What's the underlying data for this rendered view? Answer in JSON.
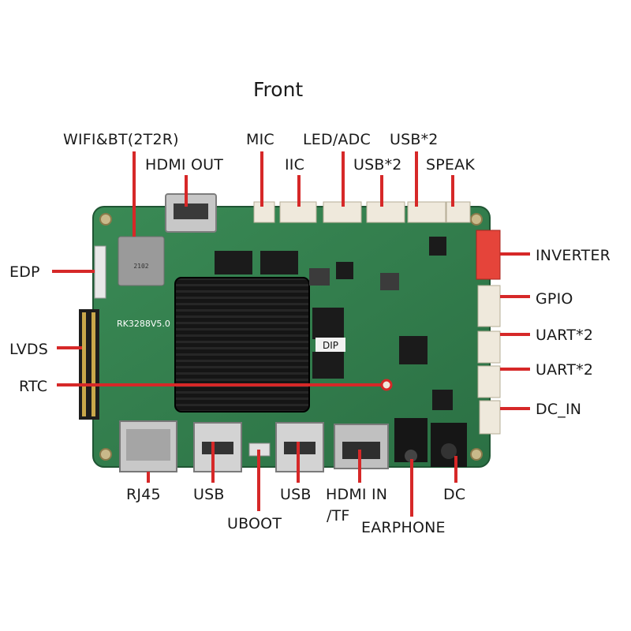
{
  "title": "Front",
  "board_marking": "RK3288V5.0",
  "dip_marking": "DIP",
  "wifi_module_text": "2102",
  "label_color": "#d62828",
  "board_color": "#2f7d4a",
  "labels": {
    "wifi_bt": "WIFI&BT(2T2R)",
    "hdmi_out": "HDMI OUT",
    "mic": "MIC",
    "iic": "IIC",
    "led_adc": "LED/ADC",
    "usb_x2_top_right": "USB*2",
    "usb_x2_top_mid": "USB*2",
    "speak": "SPEAK",
    "inverter": "INVERTER",
    "gpio": "GPIO",
    "uart_x2_a": "UART*2",
    "uart_x2_b": "UART*2",
    "dc_in": "DC_IN",
    "edp": "EDP",
    "lvds": "LVDS",
    "rtc": "RTC",
    "rj45": "RJ45",
    "usb_left": "USB",
    "usb_mid": "USB",
    "uboot": "UBOOT",
    "hdmi_in": "HDMI IN",
    "tf": "/TF",
    "earphone": "EARPHONE",
    "dc": "DC"
  }
}
